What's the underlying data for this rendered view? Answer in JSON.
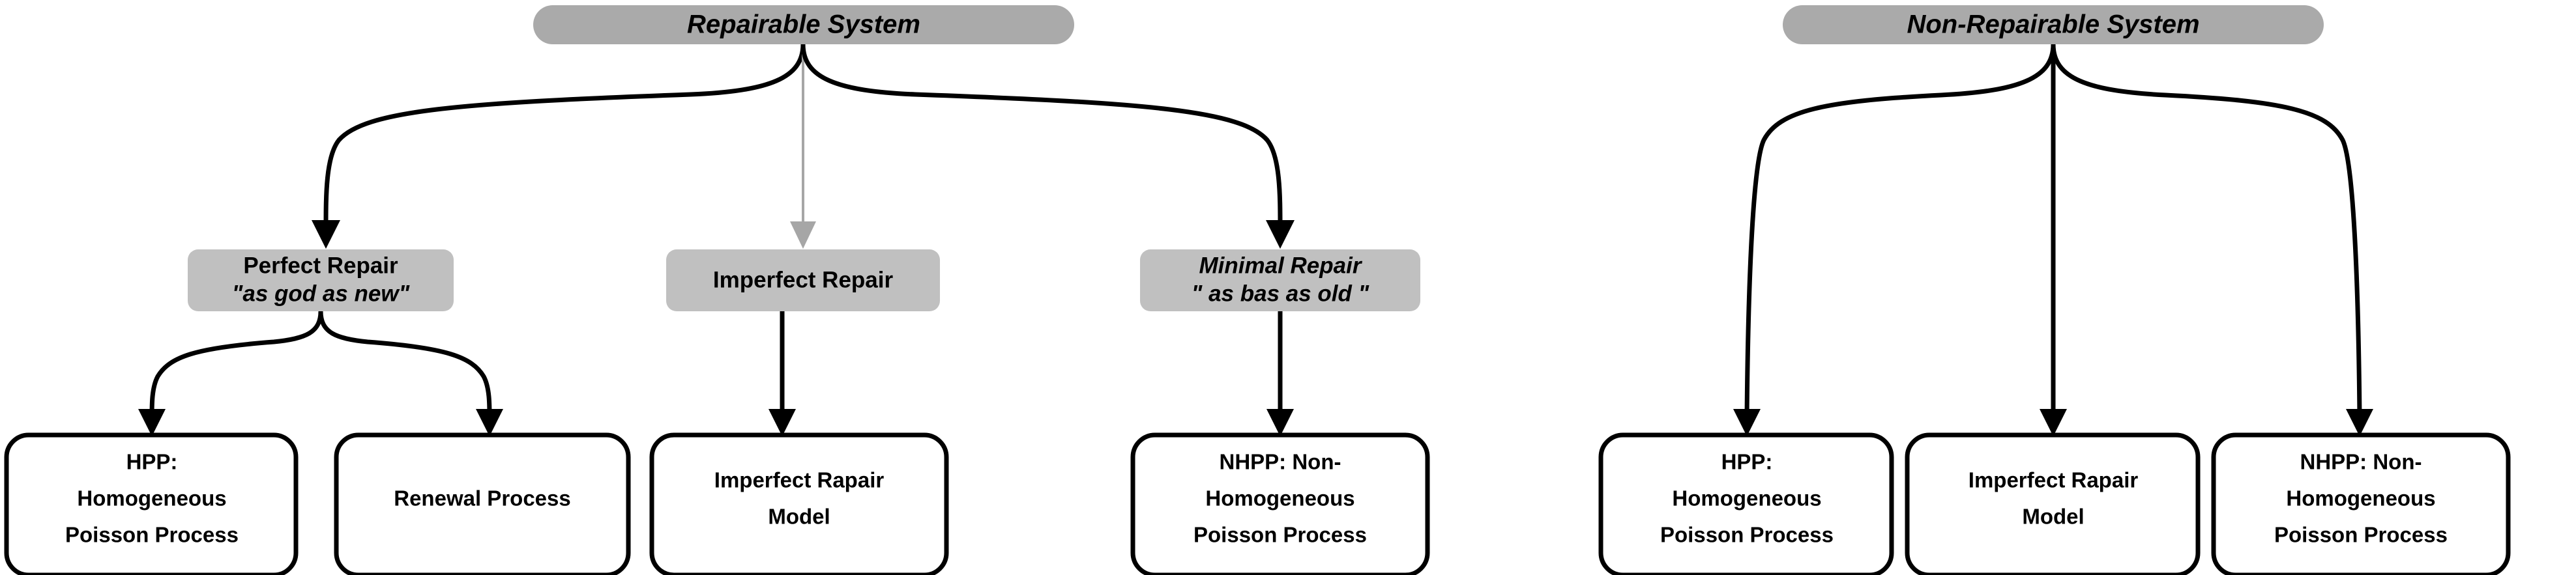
{
  "diagram": {
    "type": "tree-diagram",
    "title_visible": false,
    "colors": {
      "node_fill_dark": "#aaaaaa",
      "node_fill_light": "#c0c0c0",
      "node_fill_white": "#ffffff",
      "edge_strong": "#000000",
      "edge_faint": "#a6a6a6",
      "text": "#000000",
      "background": "#ffffff"
    },
    "trees": [
      {
        "id": "repairable",
        "root": {
          "label": "Repairable System"
        },
        "level2": [
          {
            "label_line1": "Perfect Repair",
            "label_line2": "\"as god as new\""
          },
          {
            "label_line1": "Imperfect Repair",
            "label_line2": ""
          },
          {
            "label_line1": "Minimal Repair",
            "label_line2": "\" as bas as old \""
          }
        ],
        "level3": [
          {
            "line1": "HPP:",
            "line2": "Homogeneous",
            "line3": "Poisson Process"
          },
          {
            "line1": "Renewal Process",
            "line2": "",
            "line3": ""
          },
          {
            "line1": "Imperfect Rapair",
            "line2": "Model",
            "line3": ""
          },
          {
            "line1": "NHPP: Non-",
            "line2": "Homogeneous",
            "line3": "Poisson Process"
          }
        ]
      },
      {
        "id": "non-repairable",
        "root": {
          "label": "Non-Repairable System"
        },
        "level2": [],
        "level3": [
          {
            "line1": "HPP:",
            "line2": "Homogeneous",
            "line3": "Poisson Process"
          },
          {
            "line1": "Imperfect Rapair",
            "line2": "Model",
            "line3": ""
          },
          {
            "line1": "NHPP: Non-",
            "line2": "Homogeneous",
            "line3": "Poisson Process"
          }
        ]
      }
    ]
  }
}
